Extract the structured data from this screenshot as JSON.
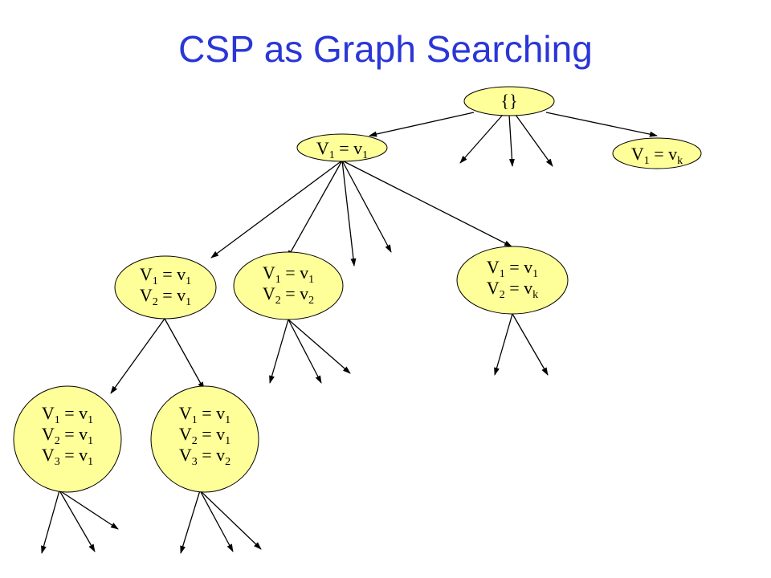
{
  "title": "CSP as Graph Searching",
  "colors": {
    "title": "#2a36d6",
    "node_fill": "#ffff99",
    "edge": "#000000"
  },
  "nodes": {
    "root": {
      "text": "{}"
    },
    "v1_v1": {
      "lines": [
        {
          "var": "V",
          "sub": "1",
          "val": "v",
          "valsub": "1"
        }
      ]
    },
    "v1_vk": {
      "lines": [
        {
          "var": "V",
          "sub": "1",
          "val": "v",
          "valsub": "k"
        }
      ]
    },
    "v2_v1": {
      "lines": [
        {
          "var": "V",
          "sub": "1",
          "val": "v",
          "valsub": "1"
        },
        {
          "var": "V",
          "sub": "2",
          "val": "v",
          "valsub": "1"
        }
      ]
    },
    "v2_v2": {
      "lines": [
        {
          "var": "V",
          "sub": "1",
          "val": "v",
          "valsub": "1"
        },
        {
          "var": "V",
          "sub": "2",
          "val": "v",
          "valsub": "2"
        }
      ]
    },
    "v2_vk": {
      "lines": [
        {
          "var": "V",
          "sub": "1",
          "val": "v",
          "valsub": "1"
        },
        {
          "var": "V",
          "sub": "2",
          "val": "v",
          "valsub": "k"
        }
      ]
    },
    "v3_v1": {
      "lines": [
        {
          "var": "V",
          "sub": "1",
          "val": "v",
          "valsub": "1"
        },
        {
          "var": "V",
          "sub": "2",
          "val": "v",
          "valsub": "1"
        },
        {
          "var": "V",
          "sub": "3",
          "val": "v",
          "valsub": "1"
        }
      ]
    },
    "v3_v2": {
      "lines": [
        {
          "var": "V",
          "sub": "1",
          "val": "v",
          "valsub": "1"
        },
        {
          "var": "V",
          "sub": "2",
          "val": "v",
          "valsub": "1"
        },
        {
          "var": "V",
          "sub": "3",
          "val": "v",
          "valsub": "2"
        }
      ]
    }
  }
}
